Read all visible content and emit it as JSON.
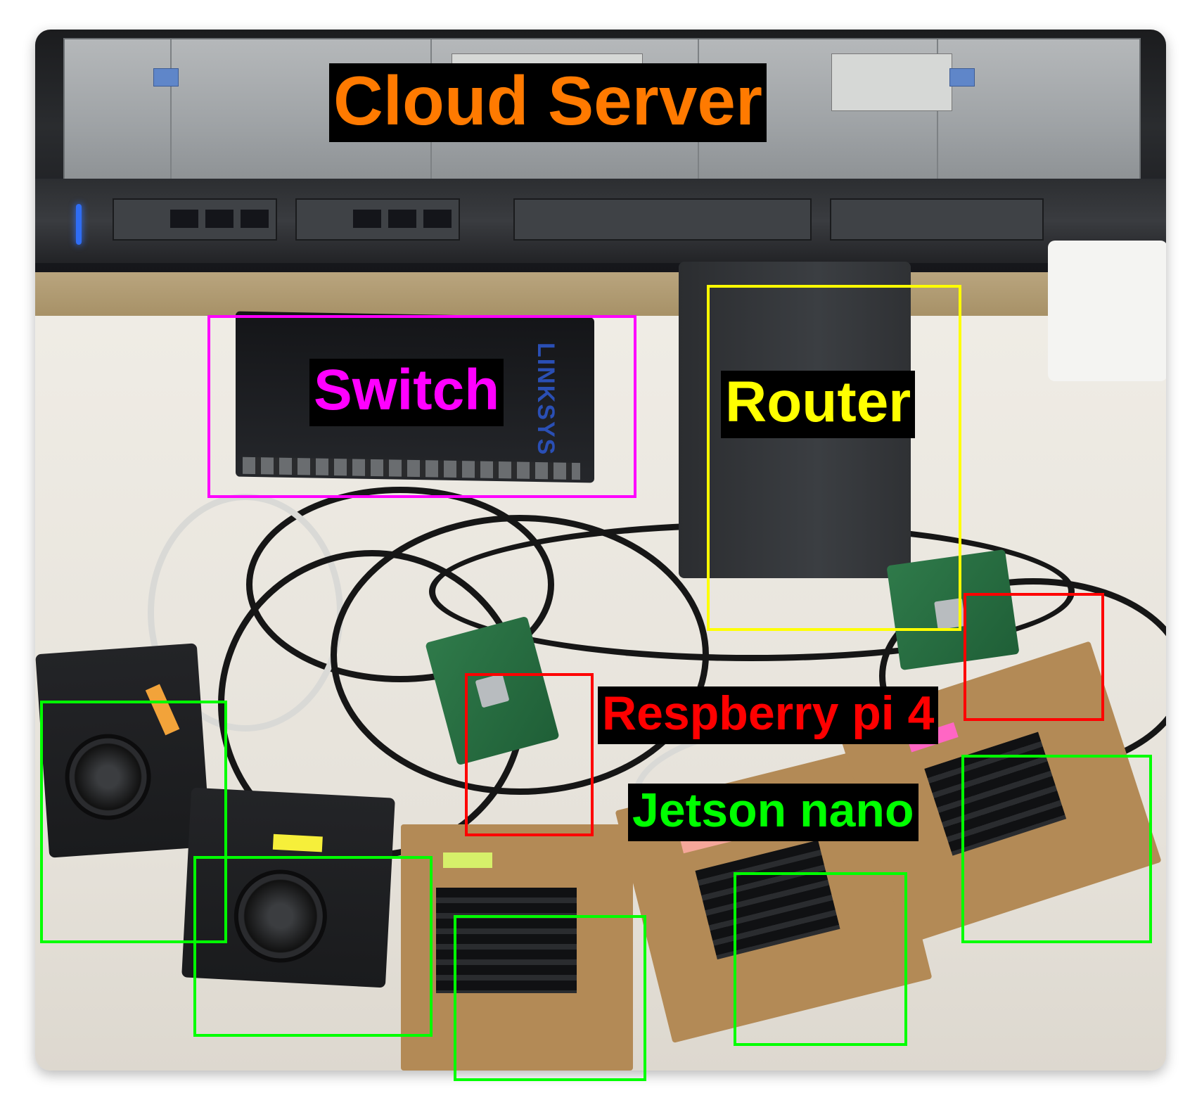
{
  "labels": {
    "cloud_server": {
      "text": "Cloud Server",
      "color": "#ff7a00"
    },
    "switch": {
      "text": "Switch",
      "color": "#ff00ff"
    },
    "router": {
      "text": "Router",
      "color": "#ffff00"
    },
    "raspberry": {
      "text": "Respberry pi 4",
      "color": "#ff0000"
    },
    "jetson": {
      "text": "Jetson nano",
      "color": "#00ff00"
    }
  },
  "box_colors": {
    "switch": "#ff00ff",
    "router": "#ffff00",
    "raspberry": "#ff0000",
    "jetson": "#00ff00"
  }
}
